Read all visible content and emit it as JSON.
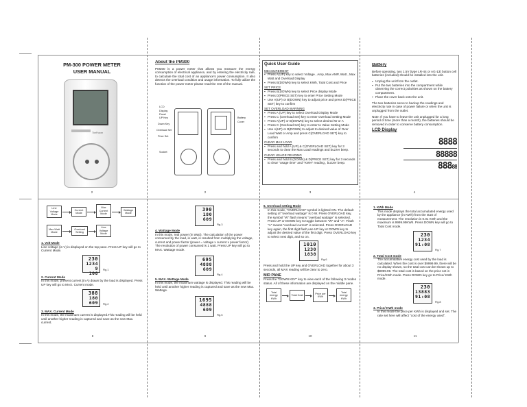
{
  "cover": {
    "title_line1": "PM-300 POWER METER",
    "title_line2": "USER MANUAL",
    "device_brand": "ThePower",
    "page_number": "2"
  },
  "about": {
    "title": "About the PM300",
    "body": "PM300 is a power meter that allows you measure the energy consumption of electrical appliance, and by entering the electricity rate, to calculate the total cost of an appliance's power consumption. It also detects the overload condition and usage information. To fully utilize the function of the power meter please read the rest of the manual.",
    "labels": [
      "LCD Display Panel",
      "UP Key",
      "Down Key",
      "Overload Set",
      "Price Set",
      "Socket",
      "Battery Cover"
    ],
    "page_number": "2"
  },
  "quick": {
    "title": "Quick User Guide",
    "sections": [
      {
        "heading": "MEASUREMENT",
        "items": [
          "Press A(UP) key to select Voltage , Amp, Max AMP, Watt , Max Watt and Overload Display",
          "Press B(DOWN) key to select KWh, Total Cost and Price"
        ]
      },
      {
        "heading": "SET PRICE",
        "items": [
          "Press B(DOWN) key to select Price display Mode",
          "Press D(PRICE SET) key to enter Price Setting Mode",
          "Use A(UP) or B(DOWN) key to adjust price and press D(PRICE SET) key to confirm"
        ]
      },
      {
        "heading": "SET OVERLOAD WARNING",
        "items": [
          "Press A (UP) key to select Overload Display Mode",
          "Press C (Overload Set) key to enter Overload Setting Mode",
          "Press A(UP) or B(DOWN) key to select desired W or A",
          "Press C (Overload Set) key to enter to Value Setting Mode",
          "Use A(UP) or B(DOWN) to adjust to desired value of Over Load Watt or Amp and press C(OVERLOAD SET) key to confirm"
        ]
      },
      {
        "heading": "CLEAR MAX LOAD",
        "items": [
          "Press and hold A (UP) & C(OVERLOAD SET) key for 3 seconds to clear the Max Load readings and buzzer beep."
        ]
      },
      {
        "heading": "CLEAR USAGE READING",
        "items": [
          "Press and hold B (DOWN) & D(PRICE SET) key for 3 seconds to clear \"usage time\" and \"KWH\" reading , buzzer beep."
        ]
      }
    ],
    "page_number": "3"
  },
  "battery": {
    "title": "Battery",
    "intro": "Before operating, two 1.5V (type LR-44 or AG-13) button cell batteries (included) should be installed into the unit.",
    "items": [
      "Unplug the unit from the outlet.",
      "Put the two batteries into the compartment while observing the correct polarities as shown on the battery compartment.",
      "Place the cover back onto the unit."
    ],
    "para2": "The two batteries serve to backup the readings and electricity rate in case of power failure or when the unit is unplugged from the outlet.",
    "note": "Note: If you have to leave the unit unplugged for a long period of time (more than a month), the batteries should be removed in order to conserve battery consumption.",
    "lcd_title": "LCD Display",
    "page_number": "4"
  },
  "p8": {
    "flow": [
      "Line Voltage Mode",
      "Current Mode",
      "Max Current Mode",
      "Wattage Mode",
      "Max Watt Mode",
      "Overload Setting",
      "Line Voltage Mode"
    ],
    "s1_title": "1. Volt Mode",
    "s1_body": "Line voltage (in V) is displayed on the top pane. Press UP key will go to Current Mode.",
    "fig1": "Fig.1",
    "lcd1": [
      "230",
      "1234",
      "9 108"
    ],
    "s2_title": "2. Current Mode",
    "s2_body": "In this mode, present current (in A) drawn by the load is displayed. Press UP key will go to MAX. Current mode.",
    "fig2": "Fig.2",
    "lcd2": [
      "388",
      "180",
      "609"
    ],
    "s3_title": "3. MAX. Current Mode",
    "s3_body": "In this mode, the maximum current is displayed.This reading will be held until another higher reading is captured and save as the new Max. current.",
    "page_number": "8"
  },
  "p9": {
    "lcd3": [
      "390",
      "180",
      "609"
    ],
    "fig3": "Fig.3",
    "s4_title": "4. Wattage Mode",
    "s4_body": "In this mode, real power (in Watt). The calculation of the power consumed by the load, in watt, is resulted from multiplying the voltage, current and power factor (power = voltage x current x power factor). The resolution of power consumed is 1 watt. Press UP key will go to MAX. Wattage mode.",
    "lcd4": [
      "695",
      "4888",
      "609"
    ],
    "fig4": "Fig.4",
    "s5_title": "5. MAX. Wattage Mode",
    "s5_body": "In this mode, the maximum wattage is displayed. This reading will be held until another higher reading is captured and save as the new Max. Wattage.",
    "lcd5": [
      "1695",
      "4888",
      "609"
    ],
    "fig5": "Fig.5",
    "page_number": "9"
  },
  "p10": {
    "s6_title": "6. Overload setting Mode",
    "s6_body": "In this mode, \"OVERLOAD\" symbol is lighted ON. The default setting of \"overload wattage\" is 0 W. Press OVERLOAD key, the symbol \"W\" flash means \"overload wattage\" is selected. Press UP or DOWN key to toggle between \"W\" and \"A\". Flash \"A\" means \"overload current\" is selected. Press OVERLOAD key again, the first digit flash,use UP key or DOWN key to adjust the desired value of the first digit. Press OVERLOAD key to select next digit, and so on.",
    "lcd6": [
      "1010",
      "1230",
      "1838"
    ],
    "fig6": "Fig.6",
    "s6_tail": "Press and hold the UP key and OVERLOAD together for about 3 seconds, all MAX reading will be clear to zero.",
    "mid_title": "MID PANE",
    "mid_body": "Press the \"DOWN KEY\" key to view each of the following 3 modes status. All of these information are displayed on the middle pane.",
    "flow": [
      "Total energy KWh",
      "Total Cost",
      "Price per KWh",
      "Total energy KWh"
    ],
    "page_number": "10"
  },
  "p11": {
    "s1_title": "1. KWh Mode",
    "s1_body": "This mode displays the total accumulated energy used by the appliance (in KWh) from the start of measurement. The resolution is 0.01 KWh and the maximum is 9999.99KWh. Press DOWN key will go to Total Cost mode.",
    "lcd7": [
      "230",
      "1234",
      "91:08"
    ],
    "fig7": "Fig.7",
    "s2_title": "2. Total Cost mode",
    "s2_body": "The accumulative energy cost used by the load is calculated. When the cost is over $9999.99, there will be no display shown, so the total cost can be shown up to $9999.99. The total cost is based on the price set in Price/KWh mode. Press DOWN key go to Price/ KWh mode.",
    "lcd8": [
      "230",
      "13883",
      "91:08"
    ],
    "fig8": "Fig.8",
    "s3_title": "3. Price/ KWh mode",
    "s3_body": "In this mode the price per KWh is displayed and set. The rate set here will affect \"cost of the energy used\".",
    "page_number": "11"
  }
}
